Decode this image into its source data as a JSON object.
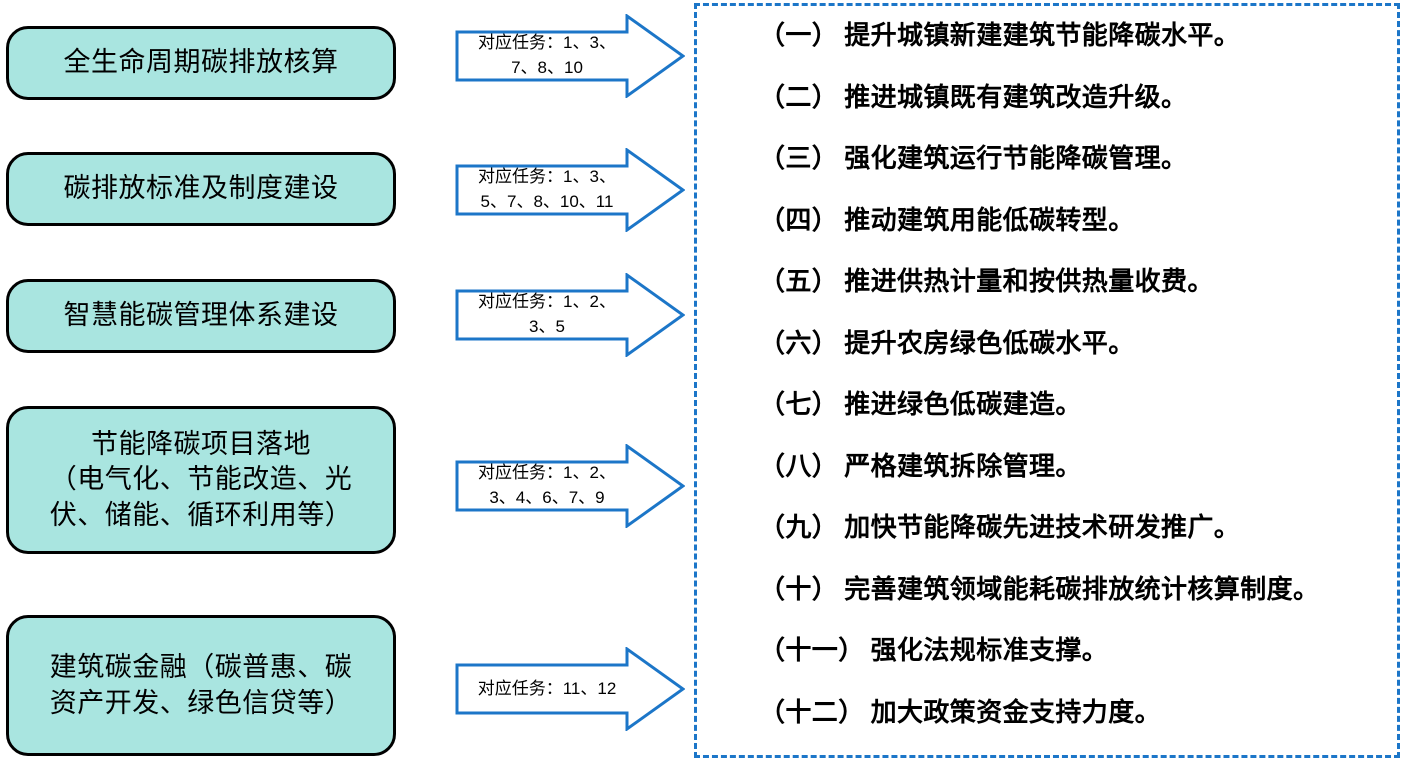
{
  "colors": {
    "box_fill": "#a9e5e0",
    "box_border": "#000000",
    "arrow_stroke": "#1c76c8",
    "panel_dash": "#1c76c8",
    "text": "#000000",
    "background": "#ffffff"
  },
  "left_column": {
    "boxes": [
      {
        "label": "全生命周期碳排放核算"
      },
      {
        "label": "碳排放标准及制度建设"
      },
      {
        "label": "智慧能碳管理体系建设"
      },
      {
        "label": "节能降碳项目落地\n（电气化、节能改造、光\n伏、储能、循环利用等）"
      },
      {
        "label": "建筑碳金融（碳普惠、碳\n资产开发、绿色信贷等）"
      }
    ]
  },
  "arrows": [
    {
      "label": "对应任务：1、3、\n7、8、10",
      "tasks": [
        1,
        3,
        7,
        8,
        10
      ]
    },
    {
      "label": "对应任务：1、3、\n5、7、8、10、11",
      "tasks": [
        1,
        3,
        5,
        7,
        8,
        10,
        11
      ]
    },
    {
      "label": "对应任务：1、2、\n3、5",
      "tasks": [
        1,
        2,
        3,
        5
      ]
    },
    {
      "label": "对应任务：1、2、\n3、4、6、7、9",
      "tasks": [
        1,
        2,
        3,
        4,
        6,
        7,
        9
      ]
    },
    {
      "label": "对应任务：11、12",
      "tasks": [
        11,
        12
      ]
    }
  ],
  "measures_panel": {
    "items": [
      {
        "index": "（一）",
        "text": "提升城镇新建建筑节能降碳水平。"
      },
      {
        "index": "（二）",
        "text": "推进城镇既有建筑改造升级。"
      },
      {
        "index": "（三）",
        "text": "强化建筑运行节能降碳管理。"
      },
      {
        "index": "（四）",
        "text": "推动建筑用能低碳转型。"
      },
      {
        "index": "（五）",
        "text": "推进供热计量和按供热量收费。"
      },
      {
        "index": "（六）",
        "text": "提升农房绿色低碳水平。"
      },
      {
        "index": "（七）",
        "text": "推进绿色低碳建造。"
      },
      {
        "index": "（八）",
        "text": "严格建筑拆除管理。"
      },
      {
        "index": "（九）",
        "text": "加快节能降碳先进技术研发推广。"
      },
      {
        "index": "（十）",
        "text": "完善建筑领域能耗碳排放统计核算制度。"
      },
      {
        "index": "（十一）",
        "text": "强化法规标准支撑。"
      },
      {
        "index": "（十二）",
        "text": "加大政策资金支持力度。"
      }
    ]
  }
}
